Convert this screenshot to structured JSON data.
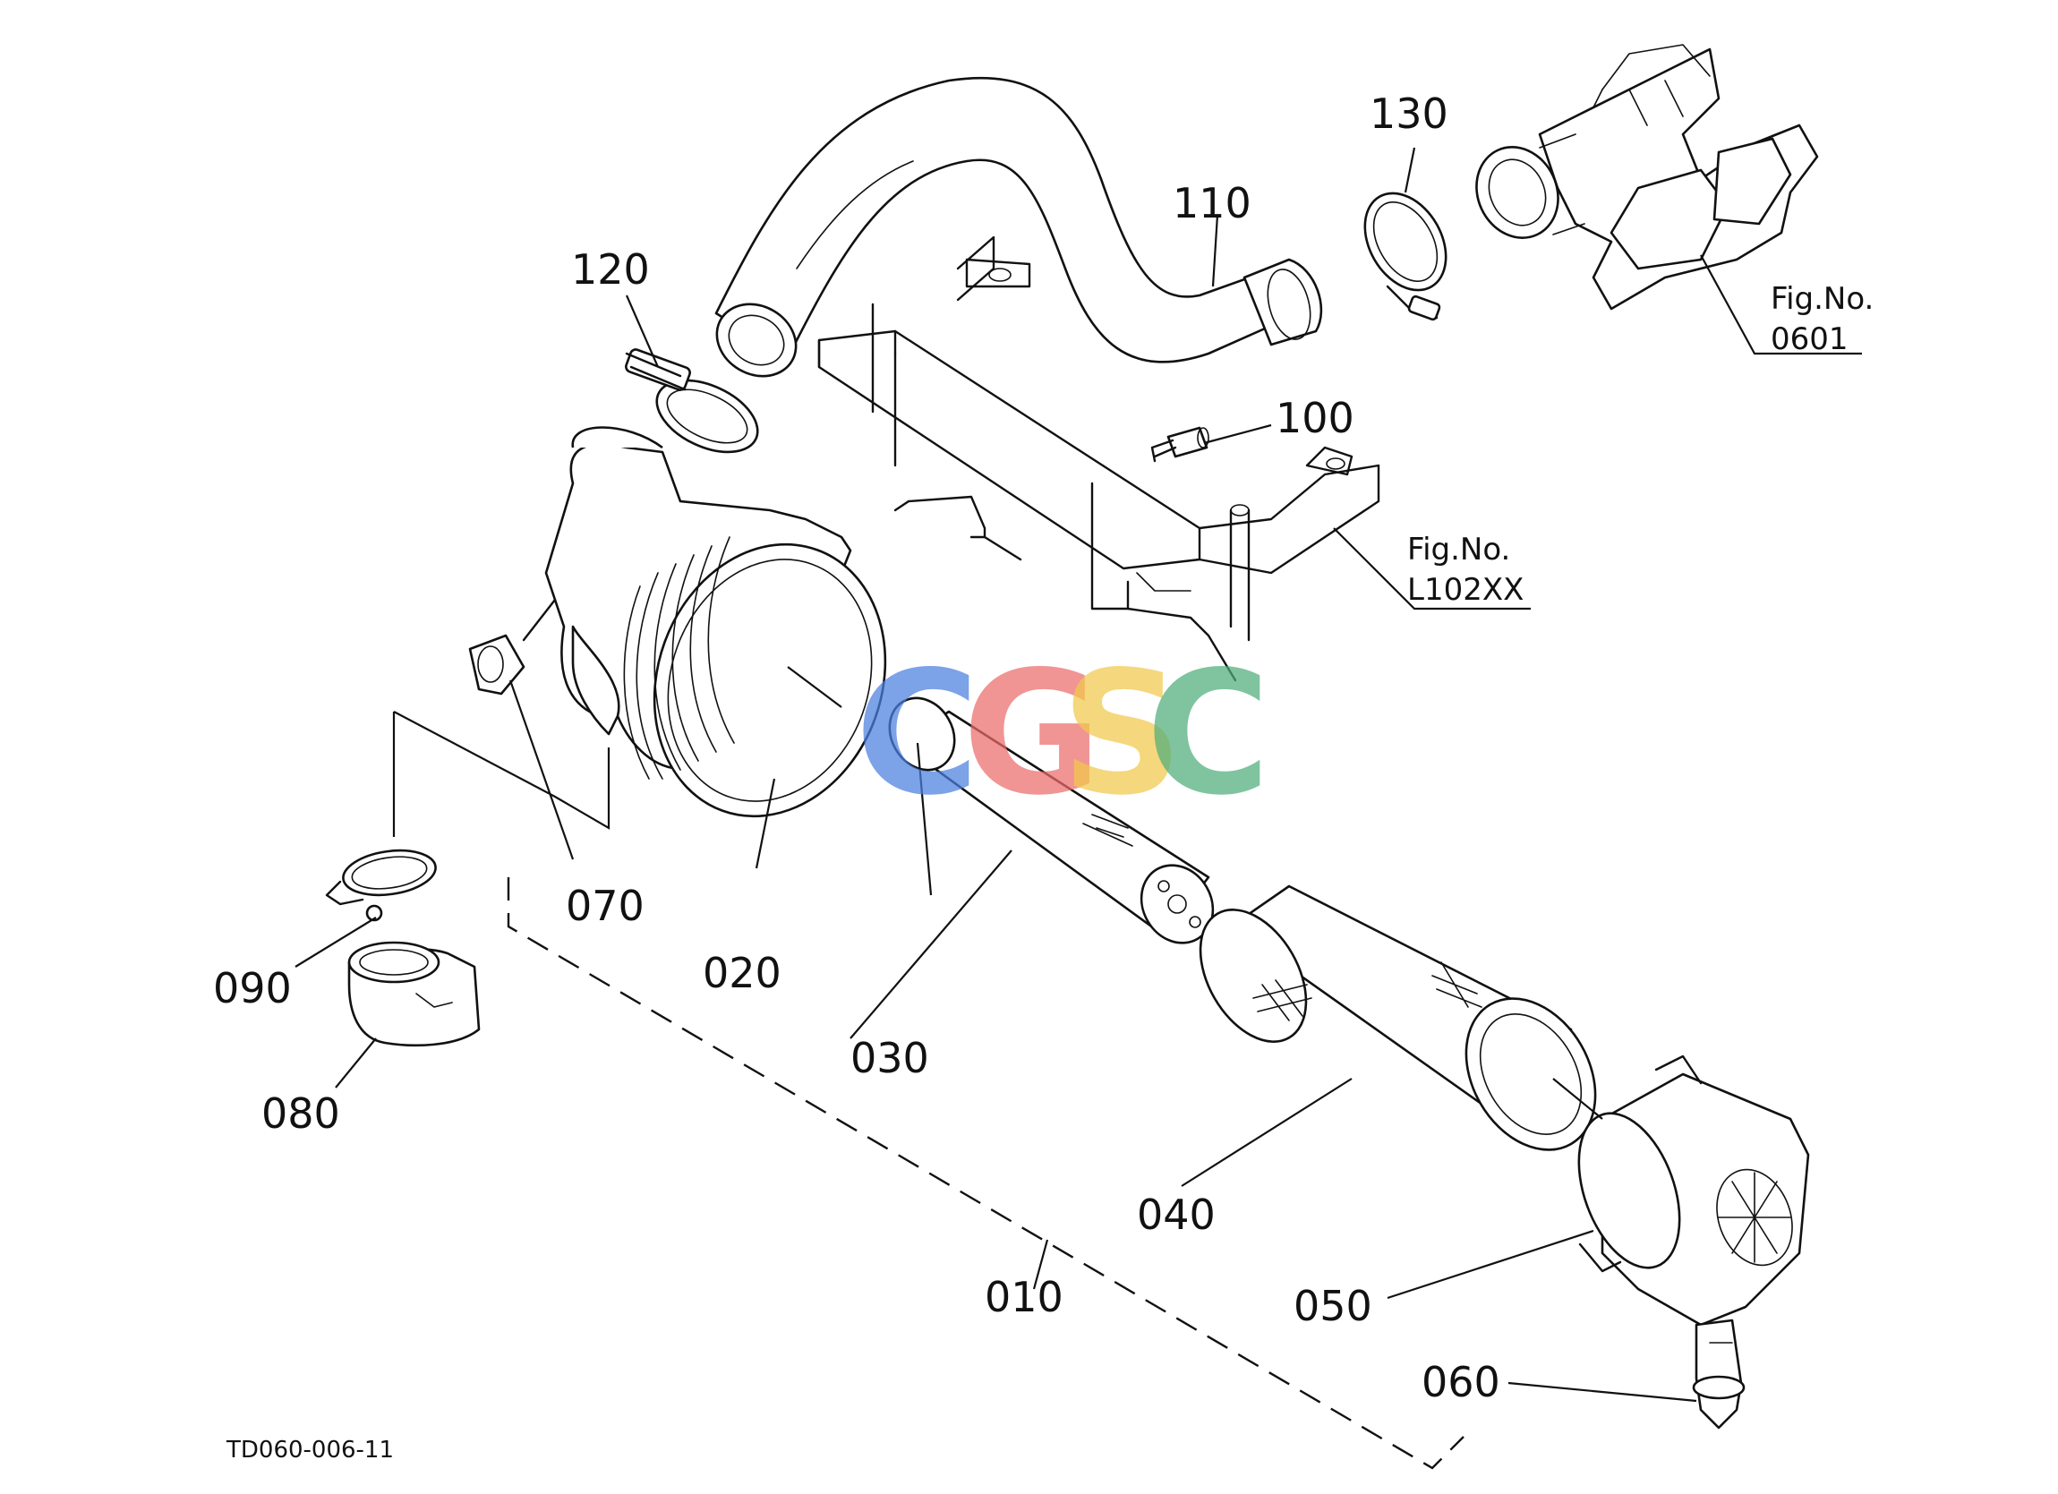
{
  "diagram": {
    "part_labels": {
      "p010": "010",
      "p020": "020",
      "p030": "030",
      "p040": "040",
      "p050": "050",
      "p060": "060",
      "p070": "070",
      "p080": "080",
      "p090": "090",
      "p100": "100",
      "p110": "110",
      "p120": "120",
      "p130": "130"
    },
    "references": [
      {
        "line1": "Fig.No.",
        "line2": "0601"
      },
      {
        "line1": "Fig.No.",
        "line2": "L102XX"
      }
    ],
    "drawing_code": "TD060-006-11"
  },
  "watermark": {
    "letters": [
      "C",
      "G",
      "S",
      "C"
    ],
    "colors": [
      "#4a7fe0",
      "#ec6b6b",
      "#f2c94c",
      "#4fae7a"
    ]
  }
}
